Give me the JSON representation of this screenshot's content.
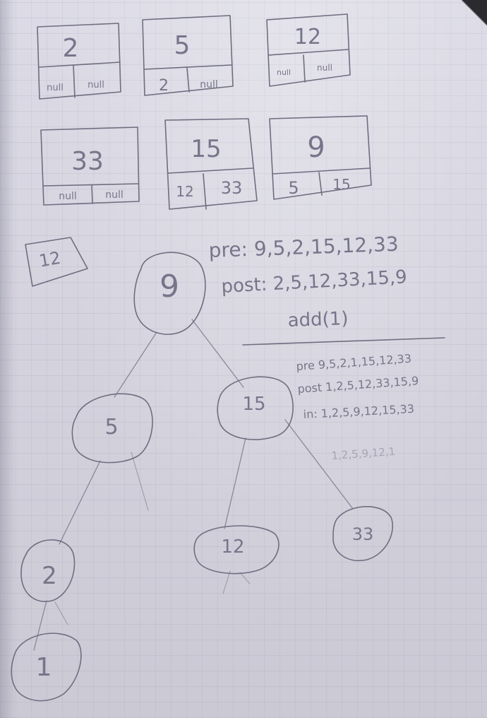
{
  "node_cards": [
    {
      "value": "2",
      "left": "null",
      "right": "null"
    },
    {
      "value": "5",
      "left": "2",
      "right": "null"
    },
    {
      "value": "12",
      "left": "null",
      "right": "null"
    },
    {
      "value": "33",
      "left": "null",
      "right": "null"
    },
    {
      "value": "15",
      "left": "12",
      "right": "33"
    },
    {
      "value": "9",
      "left": "5",
      "right": "15"
    }
  ],
  "sticky_card": {
    "value": "12"
  },
  "tree_nodes": {
    "root": "9",
    "left": "5",
    "right": "15",
    "left_left": "2",
    "right_left": "12",
    "right_right": "33",
    "left_left_left": "1"
  },
  "notes": {
    "pre": "pre: 9,5,2,15,12,33",
    "post": "post: 2,5,12,33,15,9",
    "add": "add(1)",
    "pre2": "pre  9,5,2,1,15,12,33",
    "post2": "post 1,2,5,12,33,15,9",
    "in": "in: 1,2,5,9,12,15,33",
    "partial": "1,2,5,9,12,1"
  },
  "colors": {
    "paper": "#d9d8e2",
    "pencil": "#6f6d80"
  }
}
